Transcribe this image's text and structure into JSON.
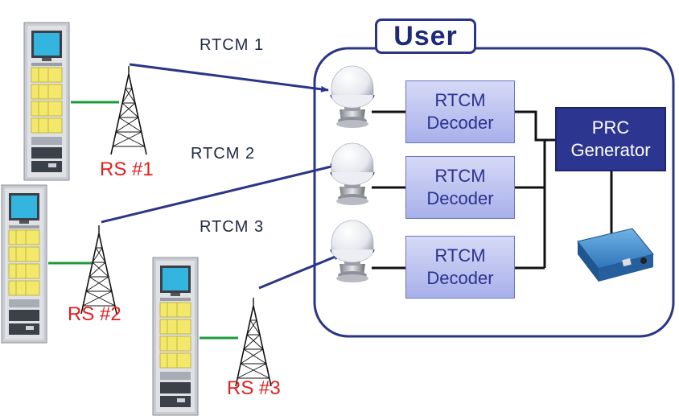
{
  "user_label": "User",
  "links": [
    {
      "label": "RTCM 1"
    },
    {
      "label": "RTCM 2"
    },
    {
      "label": "RTCM 3"
    }
  ],
  "stations": [
    {
      "label": "RS #1"
    },
    {
      "label": "RS #2"
    },
    {
      "label": "RS #3"
    }
  ],
  "decoders": [
    {
      "line1": "RTCM",
      "line2": "Decoder"
    },
    {
      "line1": "RTCM",
      "line2": "Decoder"
    },
    {
      "line1": "RTCM",
      "line2": "Decoder"
    }
  ],
  "generator": {
    "line1": "PRC",
    "line2": "Generator"
  },
  "colors": {
    "frame": "#2a3586",
    "arrow": "#2a3586",
    "station_label": "#e0201f",
    "rack_link": "#1e9a3c",
    "decoder_fill": "#b9bff0",
    "generator_fill": "#2c3590"
  }
}
